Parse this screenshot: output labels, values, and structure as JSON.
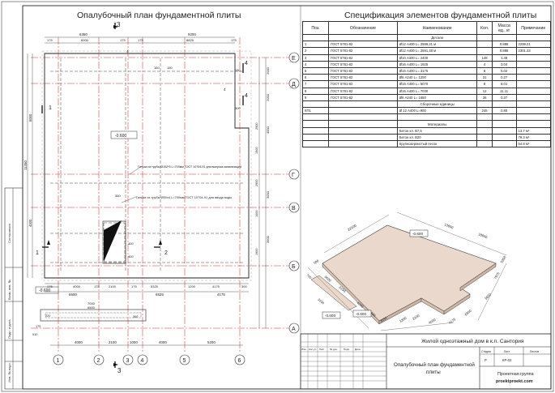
{
  "plan": {
    "title": "Опалубочный план фундаментной плиты",
    "axes_columns": [
      "1",
      "2",
      "3",
      "4",
      "5",
      "6"
    ],
    "axes_rows": [
      "Е",
      "Д",
      "Г",
      "В",
      "Б",
      "А"
    ],
    "section_marks": [
      "1",
      "1",
      "2",
      "2",
      "3",
      "3",
      "4",
      "4"
    ],
    "dims_top_row1": [
      "6350",
      "9200"
    ],
    "dims_top_row2": [
      "175",
      "6000",
      "175",
      "175",
      "8825",
      "175"
    ],
    "dims_top_row3": [
      "160",
      "150",
      "150"
    ],
    "dims_bottom_row1": [
      "175",
      "4000",
      "175",
      "2100",
      "175",
      "5325",
      "1200",
      "4175",
      "300"
    ],
    "dims_bottom_row2": [
      "6500",
      "6525",
      "4175"
    ],
    "dims_left_total": "11350",
    "dims_left_vertical": [
      "6000",
      "4000"
    ],
    "dims_right_vertical": [
      "2000",
      "2000",
      "4000",
      "3000",
      "3600"
    ],
    "dims_right_inner": [
      "2900",
      "1500",
      "2900",
      "1000",
      "1900"
    ],
    "bottom_axis_dims": [
      "4000",
      "2100",
      "1000",
      "4000",
      "5200"
    ],
    "small_rect_dims": [
      "7000",
      "6500",
      "360",
      "175",
      "220",
      "510"
    ],
    "level_marks": [
      "-0.600",
      "-0.600"
    ],
    "note_sleeve_sewer": "Гильза из трубы Ø152*5 L=700мм ГОСТ 10704-91 для выпуска канализации",
    "note_sleeve_water": "Гильза из трубы Ø50х4 L=700мм ГОСТ 10704-91 для ввода воды",
    "small_labels": [
      "4",
      "4",
      "350",
      "400",
      "400",
      "300",
      "-0.600"
    ]
  },
  "spec": {
    "title": "Спецификация элементов фундаментной плиты",
    "headers": [
      "Поз.",
      "Обозначение",
      "Наименование",
      "Кол.",
      "Масса ед., кг",
      "Примечание"
    ],
    "section_parts": "Детали",
    "rows": [
      {
        "pos": "1",
        "doc": "ГОСТ 5781-82",
        "name": "Ø12 А400    L= 2589,21 м",
        "qty": "",
        "mass": "0.888",
        "note": "2299.21"
      },
      {
        "pos": "2",
        "doc": "ГОСТ 5781-82",
        "name": "Ø12 А400    L= 2591,48 м",
        "qty": "",
        "mass": "0.888",
        "note": "2301.23"
      },
      {
        "pos": "3",
        "doc": "ГОСТ 5781-82",
        "name": "Ø10 А400    L= 2400",
        "qty": "148",
        "mass": "1.48",
        "note": ""
      },
      {
        "pos": "4",
        "doc": "ГОСТ 5781-82",
        "name": "Ø16 А400    L= 1925",
        "qty": "4",
        "mass": "3.04",
        "note": ""
      },
      {
        "pos": "5",
        "doc": "ГОСТ 5781-82",
        "name": "Ø16 А400    L= 3175",
        "qty": "8",
        "mass": "5.02",
        "note": ""
      },
      {
        "pos": "6",
        "doc": "ГОСТ 5781-82",
        "name": "Ø6 А240    L= 1200",
        "qty": "31",
        "mass": "0.27",
        "note": ""
      },
      {
        "pos": "7",
        "doc": "ГОСТ 5781-82",
        "name": "Ø16 А400    L= 5070",
        "qty": "8",
        "mass": "8.01",
        "note": ""
      },
      {
        "pos": "8",
        "doc": "ГОСТ 5781-82",
        "name": "Ø16 А400    L= 7030",
        "qty": "12",
        "mass": "11.11",
        "note": ""
      },
      {
        "pos": "9",
        "doc": "ГОСТ 5781-82",
        "name": "Ø6 А240    L= 1650",
        "qty": "36",
        "mass": "0.37",
        "note": ""
      }
    ],
    "section_assembly": "Сборочные единицы",
    "assembly_rows": [
      {
        "pos": "КП1",
        "doc": "",
        "name": "Ø 12 А400   L=900",
        "qty": "245",
        "mass": "0.80",
        "note": ""
      }
    ],
    "section_materials": "Материалы",
    "materials": [
      {
        "name": "Бетон кл. В7,5",
        "value": "13.7 м³"
      },
      {
        "name": "Бетон кл. В20",
        "value": "79.3 м³"
      },
      {
        "name": "Крупнозернистый песок",
        "value": "54.8 м³"
      }
    ]
  },
  "iso": {
    "level_marks": [
      "-0.600",
      "-0.600",
      "-0.600"
    ],
    "dims": [
      "22100",
      "13650",
      "18650",
      "7975",
      "5350",
      "5650",
      "6350",
      "4175",
      "4000",
      "2100",
      "1300",
      "3650",
      "2200",
      "4200",
      "3150",
      "3600",
      "700",
      "500",
      "3150"
    ]
  },
  "stamp": {
    "project": "Жилой одноэтажный дом в к.п. Сантория",
    "sheet_title": "Опалубочный план фундаментной плиты",
    "col_headers": [
      "Изм.",
      "Кол.уч.",
      "Лист",
      "№ док.",
      "Подп.",
      "Дата"
    ],
    "stage_label": "Стадия",
    "sheet_label": "Лист",
    "sheets_label": "Листов",
    "stage_value": "Р",
    "sheet_value": "КР-02",
    "company": "Проектная группа",
    "site": "proektproekt.com",
    "side_labels": [
      "Согласовано",
      "Взам. инв. №",
      "Подп. и дата",
      "Инв. № подл."
    ]
  }
}
